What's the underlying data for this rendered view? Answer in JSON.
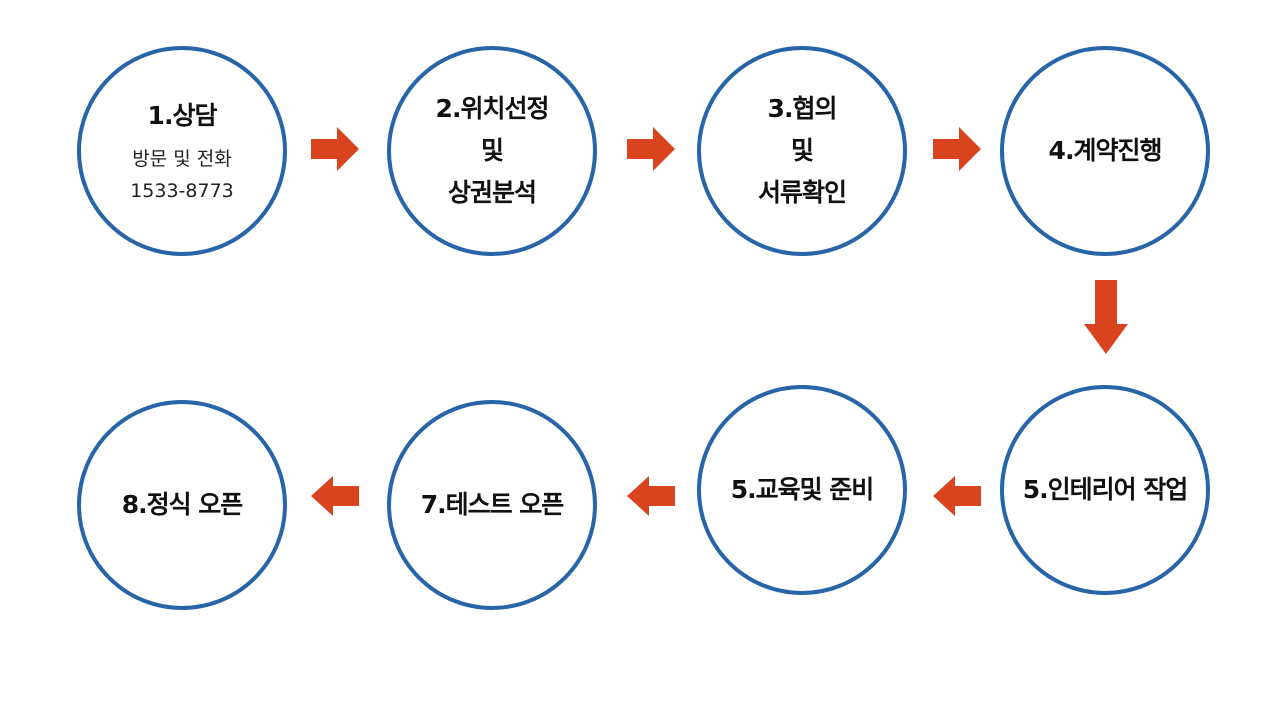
{
  "colors": {
    "circle_border": "#2864a8",
    "arrow": "#d9431e",
    "text": "#111111"
  },
  "steps": [
    {
      "title_lines": [
        "1.상담"
      ],
      "sub_lines": [
        "방문 및 전화",
        "1533-8773"
      ]
    },
    {
      "title_lines": [
        "2.위치선정",
        "및",
        "상권분석"
      ]
    },
    {
      "title_lines": [
        "3.협의",
        "및",
        "서류확인"
      ]
    },
    {
      "title_lines": [
        "4.계약진행"
      ]
    },
    {
      "title_lines": [
        "5.인테리어 작업"
      ]
    },
    {
      "title_lines": [
        "5.교육및 준비"
      ]
    },
    {
      "title_lines": [
        "7.테스트 오픈"
      ]
    },
    {
      "title_lines": [
        "8.정식 오픈"
      ]
    }
  ],
  "arrows": [
    {
      "from": 1,
      "to": 2,
      "direction": "right"
    },
    {
      "from": 2,
      "to": 3,
      "direction": "right"
    },
    {
      "from": 3,
      "to": 4,
      "direction": "right"
    },
    {
      "from": 4,
      "to": 5,
      "direction": "down"
    },
    {
      "from": 5,
      "to": 6,
      "direction": "left"
    },
    {
      "from": 6,
      "to": 7,
      "direction": "left"
    },
    {
      "from": 7,
      "to": 8,
      "direction": "left"
    }
  ]
}
